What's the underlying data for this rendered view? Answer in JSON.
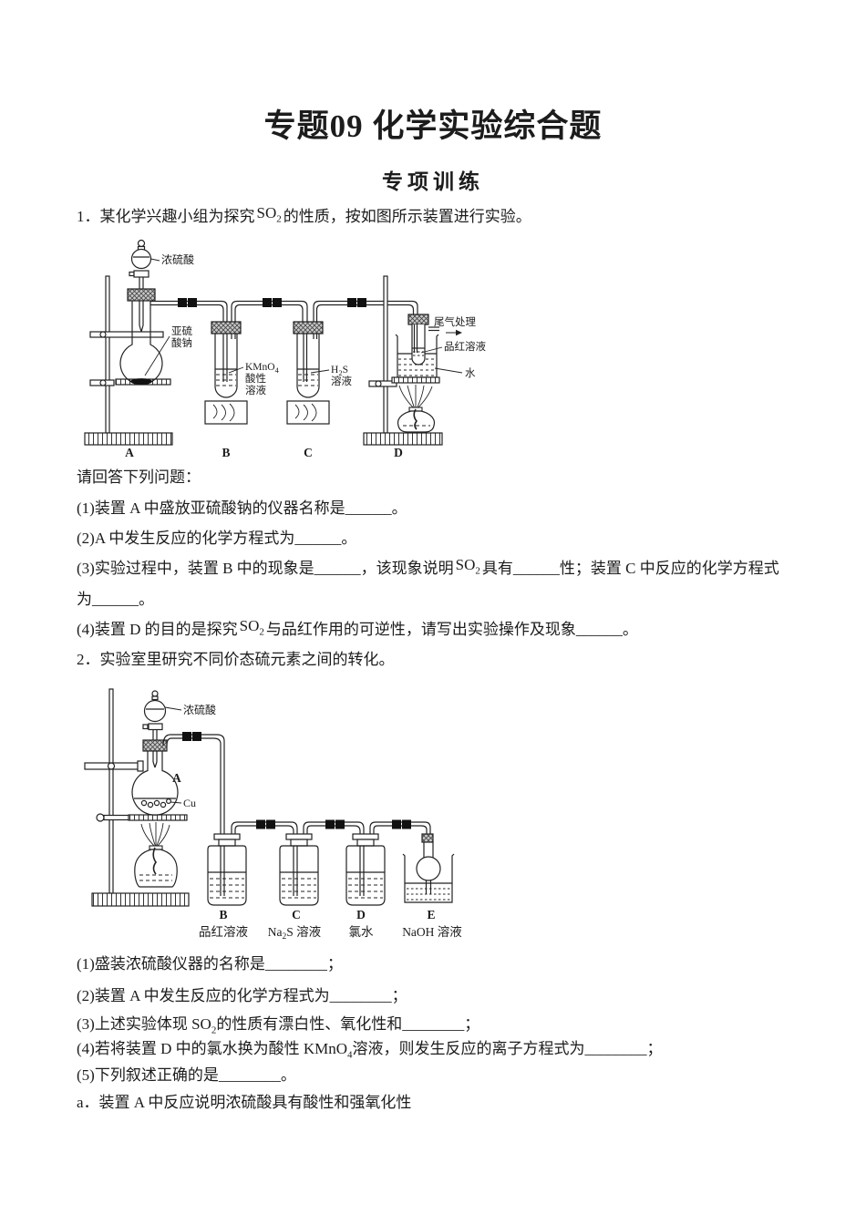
{
  "page": {
    "title": "专题09 化学实验综合题",
    "subtitle": "专项训练"
  },
  "q1": {
    "stem": {
      "pre": "1．某化学兴趣小组为探究",
      "f": "SO",
      "fs": "2",
      "post": "的性质，按如图所示装置进行实验。"
    },
    "prompt": "请回答下列问题：",
    "s1": "(1)装置 A 中盛放亚硫酸钠的仪器名称是______。",
    "s2": "(2)A 中发生反应的化学方程式为______。",
    "s3": {
      "pre": "(3)实验过程中，装置 B 中的现象是______，该现象说明",
      "f": "SO",
      "fs": "2",
      "post": "具有______性；装置 C 中反应的化学方程式"
    },
    "s3b": "为______。",
    "s4": {
      "pre": "(4)装置 D 的目的是探究",
      "f": "SO",
      "fs": "2",
      "post": "与品红作用的可逆性，请写出实验操作及现象______。"
    }
  },
  "diagram1": {
    "acid": "浓硫酸",
    "solid1": "亚硫",
    "solid2": "酸钠",
    "b1": "KMnO",
    "b1s": "4",
    "b2": "酸性",
    "b3": "溶液",
    "c1": "H",
    "c1s": "2",
    "c1b": "S",
    "c2": "溶液",
    "tailgas": "尾气处理",
    "fuchsin": "品红溶液",
    "water": "水",
    "la": "A",
    "lb": "B",
    "lc": "C",
    "ld": "D"
  },
  "q2": {
    "stem": "2．实验室里研究不同价态硫元素之间的转化。",
    "s1": "(1)盛装浓硫酸仪器的名称是________；",
    "s2": "(2)装置 A 中发生反应的化学方程式为________；",
    "s3": {
      "pre": "(3)上述实验体现 SO",
      "fs": "2",
      "post": "的性质有漂白性、氧化性和________；"
    },
    "s4": {
      "pre": "(4)若将装置 D 中的氯水换为酸性 KMnO",
      "fs": "4",
      "post": "溶液，则发生反应的离子方程式为________；"
    },
    "s5": "(5)下列叙述正确的是________。",
    "a": "a．装置 A 中反应说明浓硫酸具有酸性和强氧化性"
  },
  "diagram2": {
    "acid": "浓硫酸",
    "flask": "A",
    "cu": "Cu",
    "lb": "B",
    "lc": "C",
    "ld": "D",
    "le": "E",
    "rb": "品红溶液",
    "rc1": "Na",
    "rc1s": "2",
    "rc2": "S 溶液",
    "rd": "氯水",
    "re": "NaOH 溶液"
  }
}
